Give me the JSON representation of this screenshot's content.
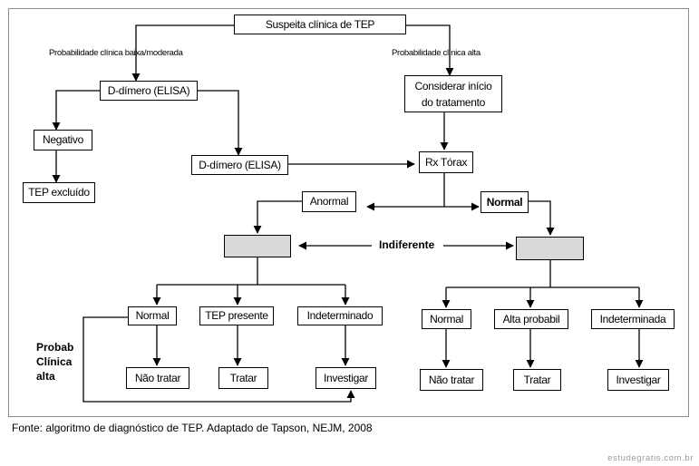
{
  "nodes": {
    "suspeita": "Suspeita clínica de TEP",
    "ddimero_top": "D-dímero (ELISA)",
    "considerar": "Considerar início\ndo tratamento",
    "negativo": "Negativo",
    "tep_excluido": "TEP excluído",
    "ddimero_mid": "D-dímero (ELISA)",
    "rx_torax": "Rx Tórax",
    "anormal": "Anormal",
    "normal_top": "Normal",
    "left_normal": "Normal",
    "left_tep_presente": "TEP presente",
    "left_indeterminado": "Indeterminado",
    "left_nao_tratar": "Não tratar",
    "left_tratar": "Tratar",
    "left_investigar": "Investigar",
    "right_normal": "Normal",
    "right_alta_probabil": "Alta probabil",
    "right_indeterminada": "Indeterminada",
    "right_nao_tratar": "Não tratar",
    "right_tratar": "Tratar",
    "right_investigar": "Investigar"
  },
  "labels": {
    "prob_baixa": "Probabilidade clínica baixa/moderada",
    "prob_alta": "Probabilidade clínica alta",
    "indiferente": "Indiferente"
  },
  "side_note": [
    "Probab",
    "Clínica",
    "alta"
  ],
  "source": "Fonte: algoritmo de diagnóstico de TEP. Adaptado de Tapson, NEJM, 2008",
  "watermark": "estudegratis.com.br",
  "colors": {
    "grey_box": "#d9d9d9",
    "frame": "#8c8c8c",
    "watermark": "#9a9a9a"
  }
}
